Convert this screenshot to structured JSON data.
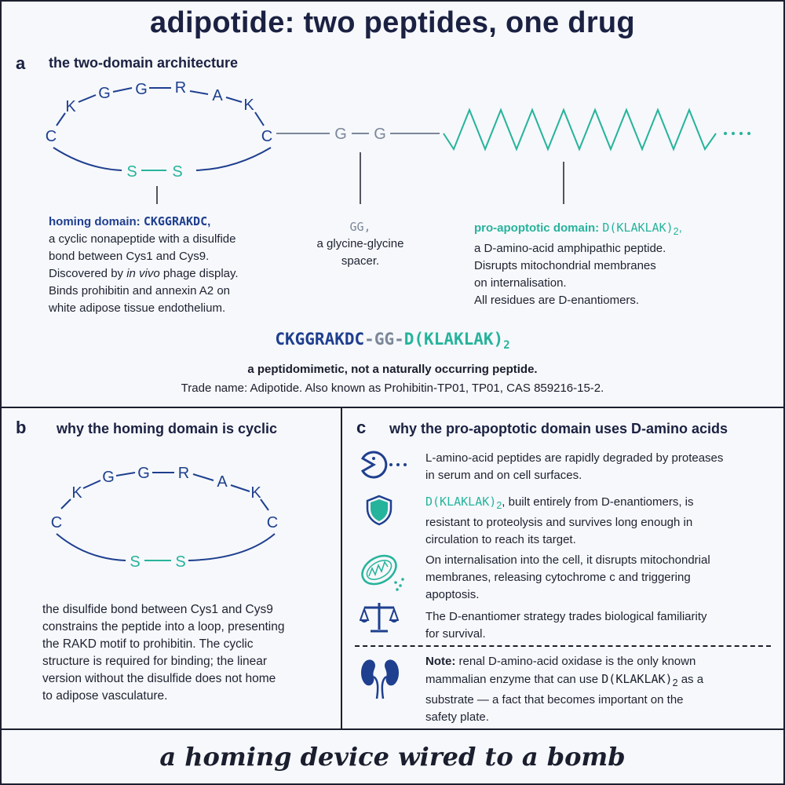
{
  "title": "adipotide: two peptides, one drug",
  "panel_a": {
    "letter": "a",
    "heading": "the two-domain architecture",
    "ring_residues": [
      "C",
      "K",
      "G",
      "G",
      "R",
      "A",
      "K",
      "C"
    ],
    "disulfide": [
      "S",
      "S"
    ],
    "spacer_residues": [
      "G",
      "G"
    ],
    "homing": {
      "label": "homing domain: ",
      "sequence": "CKGGRAKDC",
      "comma": ",",
      "line1": "a cyclic nonapeptide with a disulfide",
      "line2": "bond between Cys1 and Cys9.",
      "line3_pre": "Discovered by ",
      "line3_em": "in vivo",
      "line3_post": " phage display.",
      "line4": "Binds prohibitin and annexin A2 on",
      "line5": "white adipose tissue endothelium."
    },
    "spacer": {
      "label": "GG,",
      "line1": "a glycine-glycine",
      "line2": "spacer."
    },
    "proapoptotic": {
      "label": "pro-apoptotic domain: ",
      "sequence": "D(KLAKLAK)",
      "subscript": "2",
      "comma": ",",
      "line1": "a D-amino-acid amphipathic peptide.",
      "line2": "Disrupts mitochondrial membranes",
      "line3": "on internalisation.",
      "line4": "All residues are D-enantiomers."
    },
    "full_sequence": {
      "part1": "CKGGRAKDC",
      "dash1": "-",
      "part2": "GG",
      "dash2": "-",
      "part3": "D(KLAKLAK)",
      "subscript": "2"
    },
    "caption1": "a peptidomimetic, not a naturally occurring peptide.",
    "caption2": "Trade name: Adipotide. Also known as Prohibitin-TP01, TP01, CAS 859216-15-2."
  },
  "panel_b": {
    "letter": "b",
    "heading": "why the homing domain is cyclic",
    "ring_residues": [
      "C",
      "K",
      "G",
      "G",
      "R",
      "A",
      "K",
      "C"
    ],
    "disulfide": [
      "S",
      "S"
    ],
    "lines": [
      "the disulfide bond between Cys1 and Cys9",
      "constrains the peptide into a loop, presenting",
      "the RAKD motif to prohibitin.  The cyclic",
      "structure is required for binding; the linear",
      "version without the disulfide does not home",
      "to adipose vasculature."
    ]
  },
  "panel_c": {
    "letter": "c",
    "heading": "why the pro-apoptotic domain uses D-amino acids",
    "item1": {
      "icon": "pacman-protease-icon",
      "lines": [
        "L-amino-acid peptides are rapidly degraded by proteases",
        "in serum and on cell surfaces."
      ]
    },
    "item2": {
      "icon": "shield-icon",
      "seq": "D(KLAKLAK)",
      "sub": "2",
      "rest": ", built entirely from D-enantiomers, is",
      "lines": [
        "resistant to proteolysis and survives long enough in",
        "circulation to reach its target."
      ]
    },
    "item3": {
      "icon": "mitochondrion-icon",
      "lines": [
        "On internalisation into the cell, it disrupts mitochondrial",
        "membranes, releasing cytochrome c and triggering",
        "apoptosis."
      ]
    },
    "item4": {
      "icon": "balance-scale-icon",
      "lines": [
        "The D-enantiomer strategy trades biological familiarity",
        "for survival."
      ]
    },
    "note": {
      "icon": "kidney-icon",
      "label": "Note:",
      "line1_rest": " renal D-amino-acid oxidase is the only known",
      "line2_pre": "mammalian enzyme that can use ",
      "line2_seq": "D(KLAKLAK)",
      "line2_sub": "2",
      "line2_post": " as a",
      "line3": "substrate — a fact that becomes important on the",
      "line4": "safety plate."
    }
  },
  "banner": "a homing device wired to a bomb",
  "colors": {
    "navy": "#1f3f8f",
    "teal": "#26b39c",
    "grey": "#7c8799",
    "ink": "#1b2142"
  }
}
